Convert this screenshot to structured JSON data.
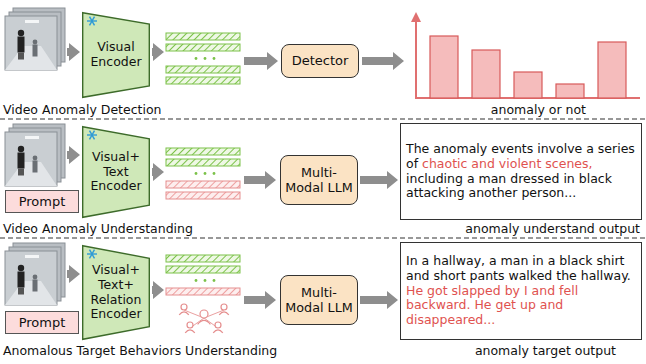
{
  "diagram": {
    "nodes": [
      {
        "text": [
          "Visual Encoder"
        ]
      },
      {
        "text": [
          "Detector"
        ]
      },
      {
        "text": [
          "Prompt"
        ]
      },
      {
        "text": [
          "Visual+ Text Encoder"
        ]
      },
      {
        "text": [
          "Multi-Modal LLM"
        ]
      },
      {
        "text": [
          "The anomaly events involve a series of",
          "chaotic and violent scenes,",
          "including a man dressed in black attacking another person..."
        ]
      },
      {
        "text": [
          "Prompt"
        ]
      },
      {
        "text": [
          "Visual+ Text+ Relation Encoder"
        ]
      },
      {
        "text": [
          "Multi-Modal LLM"
        ]
      },
      {
        "text": [
          "In a hallway, a man in a black shirt and short pants walked the hallway.",
          "He got slapped by I and fell backward. He get up and disappeared..."
        ]
      }
    ],
    "edges": [
      {
        "from": 4,
        "to": 5,
        "arrow": "to"
      },
      {
        "from": 8,
        "to": 9,
        "arrow": "to"
      }
    ],
    "labels": [
      "Video Anomaly Detection",
      "anomaly or not",
      "Video Anomaly Understanding",
      "anomaly understand output",
      "Anomalous Target Behaviors Understanding",
      "anomaly target output"
    ]
  }
}
